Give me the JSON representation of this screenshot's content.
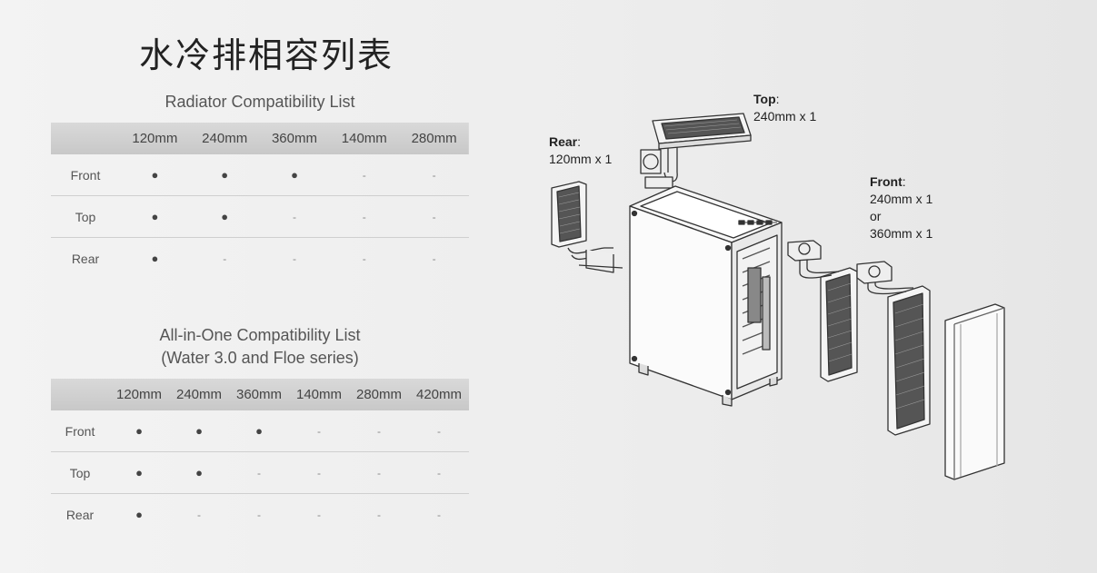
{
  "page_title": "水冷排相容列表",
  "radiator": {
    "title": "Radiator Compatibility List",
    "columns": [
      "",
      "120mm",
      "240mm",
      "360mm",
      "140mm",
      "280mm"
    ],
    "rows": [
      {
        "label": "Front",
        "cells": [
          "●",
          "●",
          "●",
          "-",
          "-"
        ]
      },
      {
        "label": "Top",
        "cells": [
          "●",
          "●",
          "-",
          "-",
          "-"
        ]
      },
      {
        "label": "Rear",
        "cells": [
          "●",
          "-",
          "-",
          "-",
          "-"
        ]
      }
    ]
  },
  "aio": {
    "title_line1": "All-in-One Compatibility List",
    "title_line2": "(Water 3.0 and Floe series)",
    "columns": [
      "",
      "120mm",
      "240mm",
      "360mm",
      "140mm",
      "280mm",
      "420mm"
    ],
    "rows": [
      {
        "label": "Front",
        "cells": [
          "●",
          "●",
          "●",
          "-",
          "-",
          "-"
        ]
      },
      {
        "label": "Top",
        "cells": [
          "●",
          "●",
          "-",
          "-",
          "-",
          "-"
        ]
      },
      {
        "label": "Rear",
        "cells": [
          "●",
          "-",
          "-",
          "-",
          "-",
          "-"
        ]
      }
    ]
  },
  "callouts": {
    "top": {
      "label": "Top",
      "colon": ":",
      "line1": "240mm x 1"
    },
    "rear": {
      "label": "Rear",
      "colon": ":",
      "line1": "120mm x 1"
    },
    "front": {
      "label": "Front",
      "colon": ":",
      "line1": "240mm x 1",
      "line2": "or",
      "line3": "360mm x 1"
    }
  }
}
